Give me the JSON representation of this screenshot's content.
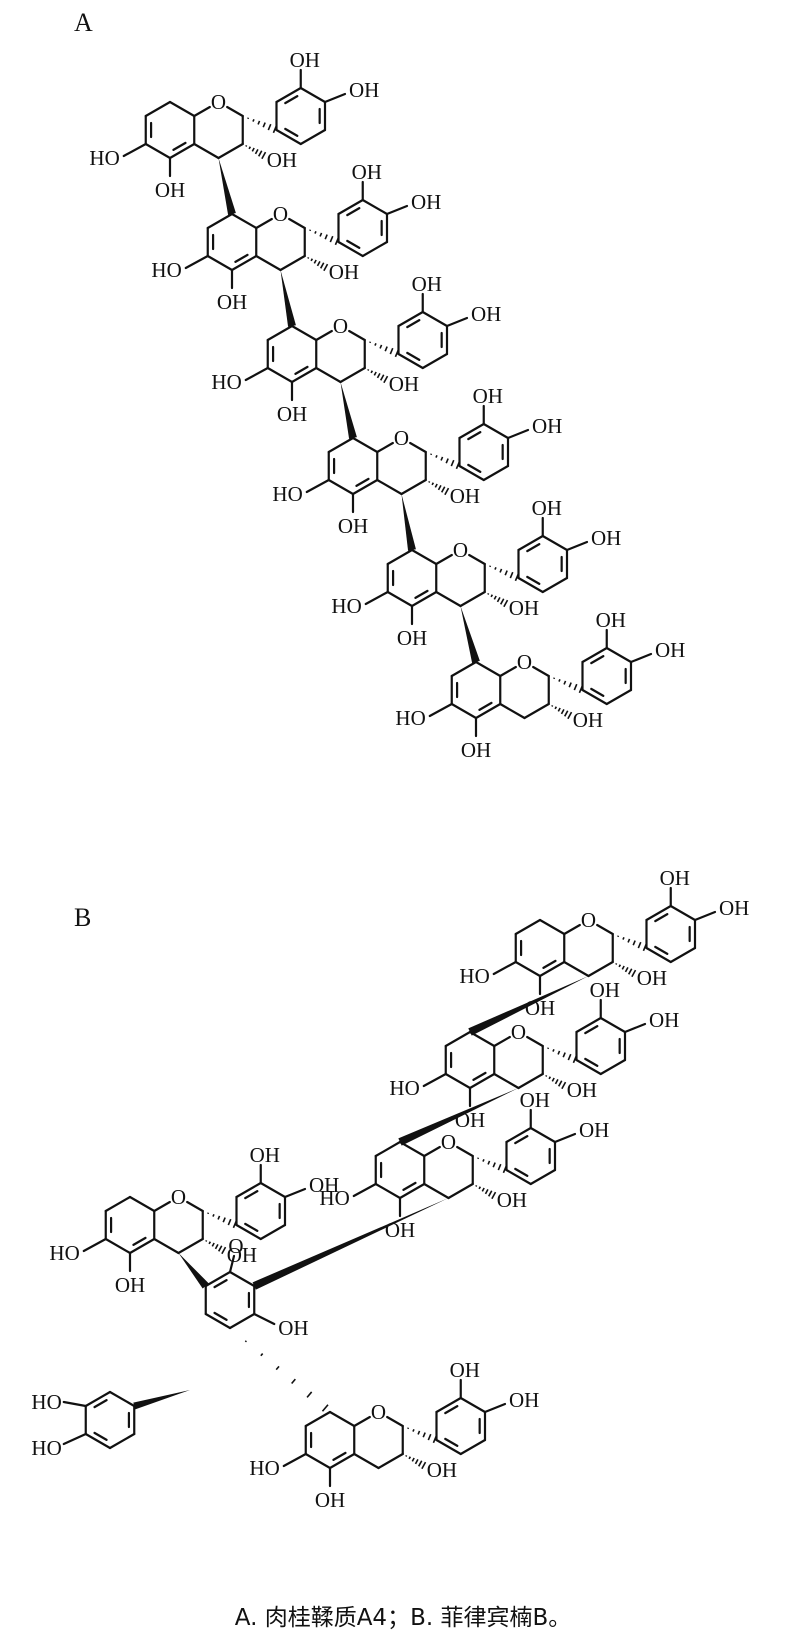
{
  "panels": [
    {
      "label": "A"
    },
    {
      "label": "B"
    }
  ],
  "atom_labels": {
    "hydroxyl": "OH",
    "hydroxyl_left": "HO",
    "ring_oxygen": "O"
  },
  "caption": "A. 肉桂鞣质A4；B. 菲律宾楠B。"
}
